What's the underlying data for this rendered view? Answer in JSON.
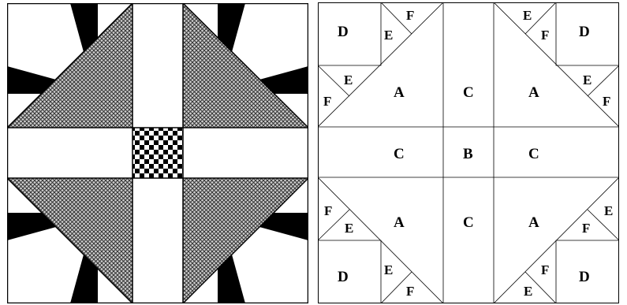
{
  "block": {
    "colors": {
      "background": "#ffffff",
      "outline": "#000000",
      "accent_triangle": "#000000",
      "print_fill": "#b9b9b9",
      "print_mesh": "#2a2a2a",
      "checker_dark": "#000000",
      "checker_light": "#ffffff"
    }
  },
  "diagram": {
    "labels": {
      "d_top_left": "D",
      "e_top_left": "E",
      "f_top_left": "F",
      "e_top_right": "E",
      "f_top_right": "F",
      "d_top_right": "D",
      "e_upper_left": "E",
      "f_upper_left": "F",
      "a_top_left": "A",
      "c_top": "C",
      "a_top_right": "A",
      "e_upper_right": "E",
      "f_upper_right": "F",
      "c_left": "C",
      "b_center": "B",
      "c_right": "C",
      "f_lower_left": "F",
      "e_lower_left": "E",
      "a_bottom_left": "A",
      "c_bottom": "C",
      "a_bottom_right": "A",
      "e_lower_right": "E",
      "f_lower_right": "F",
      "d_bottom_left": "D",
      "e_bottom_left": "E",
      "f_bottom_left": "F",
      "f_bottom_right": "F",
      "e_bottom_right": "E",
      "d_bottom_right": "D"
    }
  }
}
